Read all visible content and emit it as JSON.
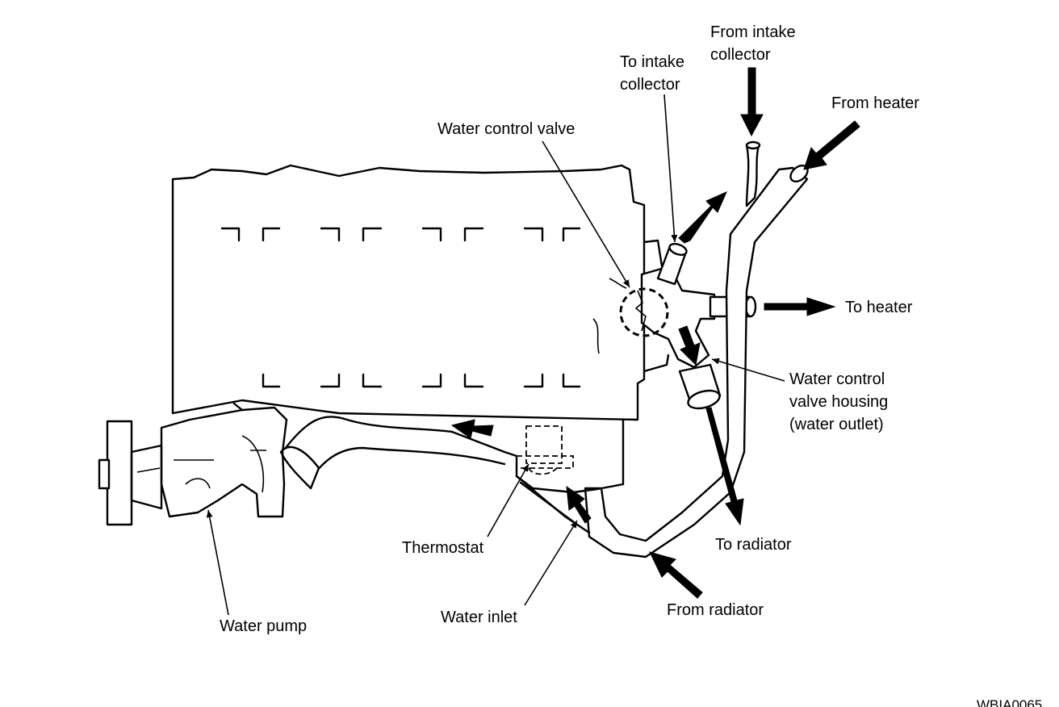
{
  "labels": {
    "from_intake_collector": [
      "From intake",
      "collector"
    ],
    "to_intake_collector": [
      "To intake",
      "collector"
    ],
    "from_heater": "From heater",
    "water_control_valve": "Water control valve",
    "to_heater": "To heater",
    "water_control_valve_housing": [
      "Water control",
      "valve housing",
      "(water outlet)"
    ],
    "to_radiator": "To radiator",
    "thermostat": "Thermostat",
    "water_inlet": "Water inlet",
    "from_radiator": "From radiator",
    "water_pump": "Water pump"
  },
  "figure_code": "WBIA0065"
}
